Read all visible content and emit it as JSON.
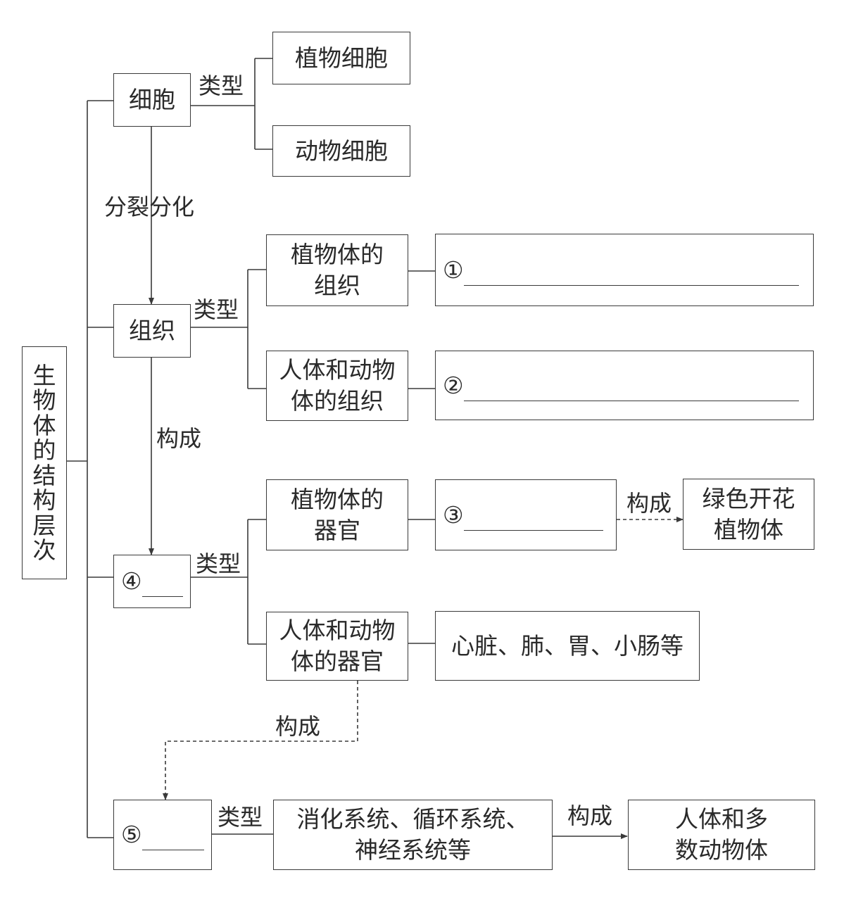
{
  "root": {
    "label": "生物体的结构层次"
  },
  "levels": {
    "cell": "细胞",
    "tissue": "组织",
    "organ_num": "④",
    "system_num": "⑤"
  },
  "edges": {
    "type1": "类型",
    "type2": "类型",
    "type3": "类型",
    "type4": "类型",
    "divide": "分裂分化",
    "form1": "构成",
    "form2": "构成",
    "form3": "构成",
    "form4": "构成"
  },
  "cell_types": {
    "plant": "植物细胞",
    "animal": "动物细胞"
  },
  "tissue_types": {
    "plant_l1": "植物体的",
    "plant_l2": "组织",
    "animal_l1": "人体和动物",
    "animal_l2": "体的组织",
    "blank1": "①",
    "blank2": "②"
  },
  "organ_types": {
    "plant_l1": "植物体的",
    "plant_l2": "器官",
    "animal_l1": "人体和动物",
    "animal_l2": "体的器官",
    "blank3": "③",
    "animal_examples": "心脏、肺、胃、小肠等",
    "plant_result_l1": "绿色开花",
    "plant_result_l2": "植物体"
  },
  "systems": {
    "examples_l1": "消化系统、循环系统、",
    "examples_l2": "神经系统等",
    "result_l1": "人体和多",
    "result_l2": "数动物体"
  }
}
